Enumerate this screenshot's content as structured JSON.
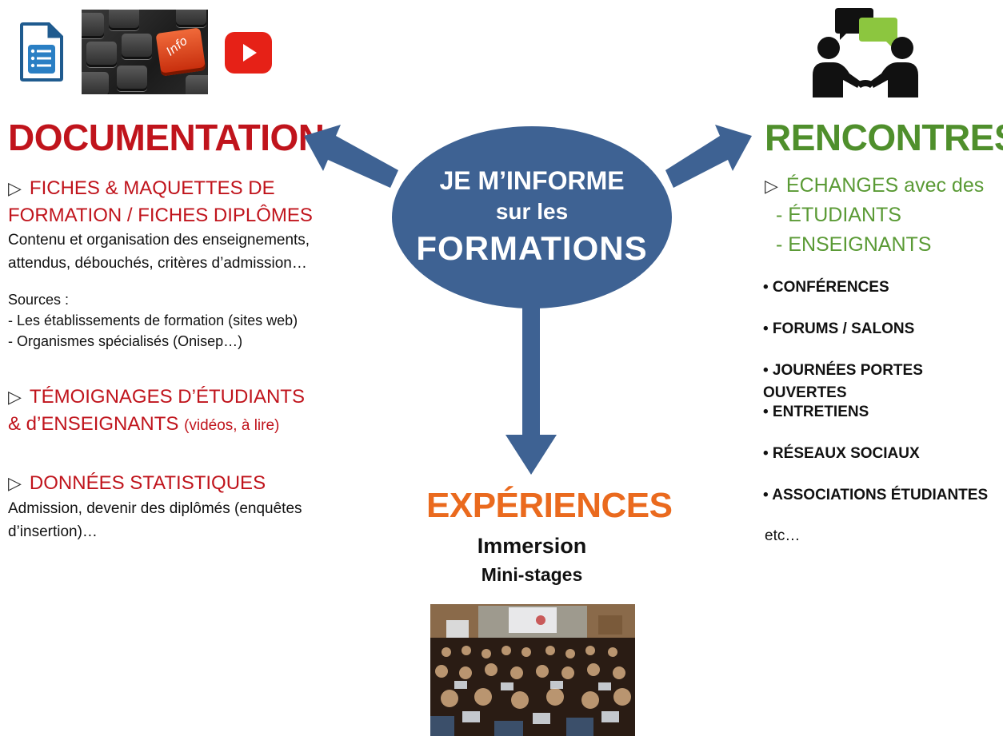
{
  "center": {
    "line1": "JE M’INFORME",
    "line2": "sur les",
    "line3": "FORMATIONS"
  },
  "documentation": {
    "title": "DOCUMENTATION",
    "fiches_line1": "FICHES & MAQUETTES DE",
    "fiches_line2": "FORMATION / FICHES DIPLÔMES",
    "fiches_desc_line1": "Contenu et organisation des enseignements,",
    "fiches_desc_line2": "attendus, débouchés, critères d’admission…",
    "sources_label": "Sources :",
    "sources": [
      "- Les établissements de formation (sites web)",
      "- Organismes spécialisés (Onisep…)"
    ],
    "temoignages_line1": "TÉMOIGNAGES D’ÉTUDIANTS",
    "temoignages_line2": "& d’ENSEIGNANTS",
    "temoignages_note": "(vidéos, à lire)",
    "stats_title": "DONNÉES STATISTIQUES",
    "stats_desc_line1": "Admission, devenir des diplômés (enquêtes",
    "stats_desc_line2": "d’insertion)…"
  },
  "rencontres": {
    "title": "RENCONTRES",
    "echanges": "ÉCHANGES avec des",
    "echanges_items": [
      "- ÉTUDIANTS",
      "- ENSEIGNANTS"
    ],
    "items": [
      "• CONFÉRENCES",
      "• FORUMS / SALONS",
      "• JOURNÉES PORTES OUVERTES",
      "• ENTRETIENS",
      "• RÉSEAUX SOCIAUX",
      "• ASSOCIATIONS ÉTUDIANTES"
    ],
    "etc": "etc…"
  },
  "experiences": {
    "title": "EXPÉRIENCES",
    "line1": "Immersion",
    "line2": "Mini-stages"
  },
  "icons": {
    "document": "document-list-icon",
    "keyboard": "info-key-icon",
    "keyboard_label": "Info",
    "youtube": "youtube-icon",
    "meeting": "meeting-chat-icon",
    "triangle": "▷"
  },
  "colors": {
    "documentation": "#c0141c",
    "rencontres": "#4f8f2c",
    "experiences": "#ea6a1e",
    "oval": "#3e6293"
  }
}
